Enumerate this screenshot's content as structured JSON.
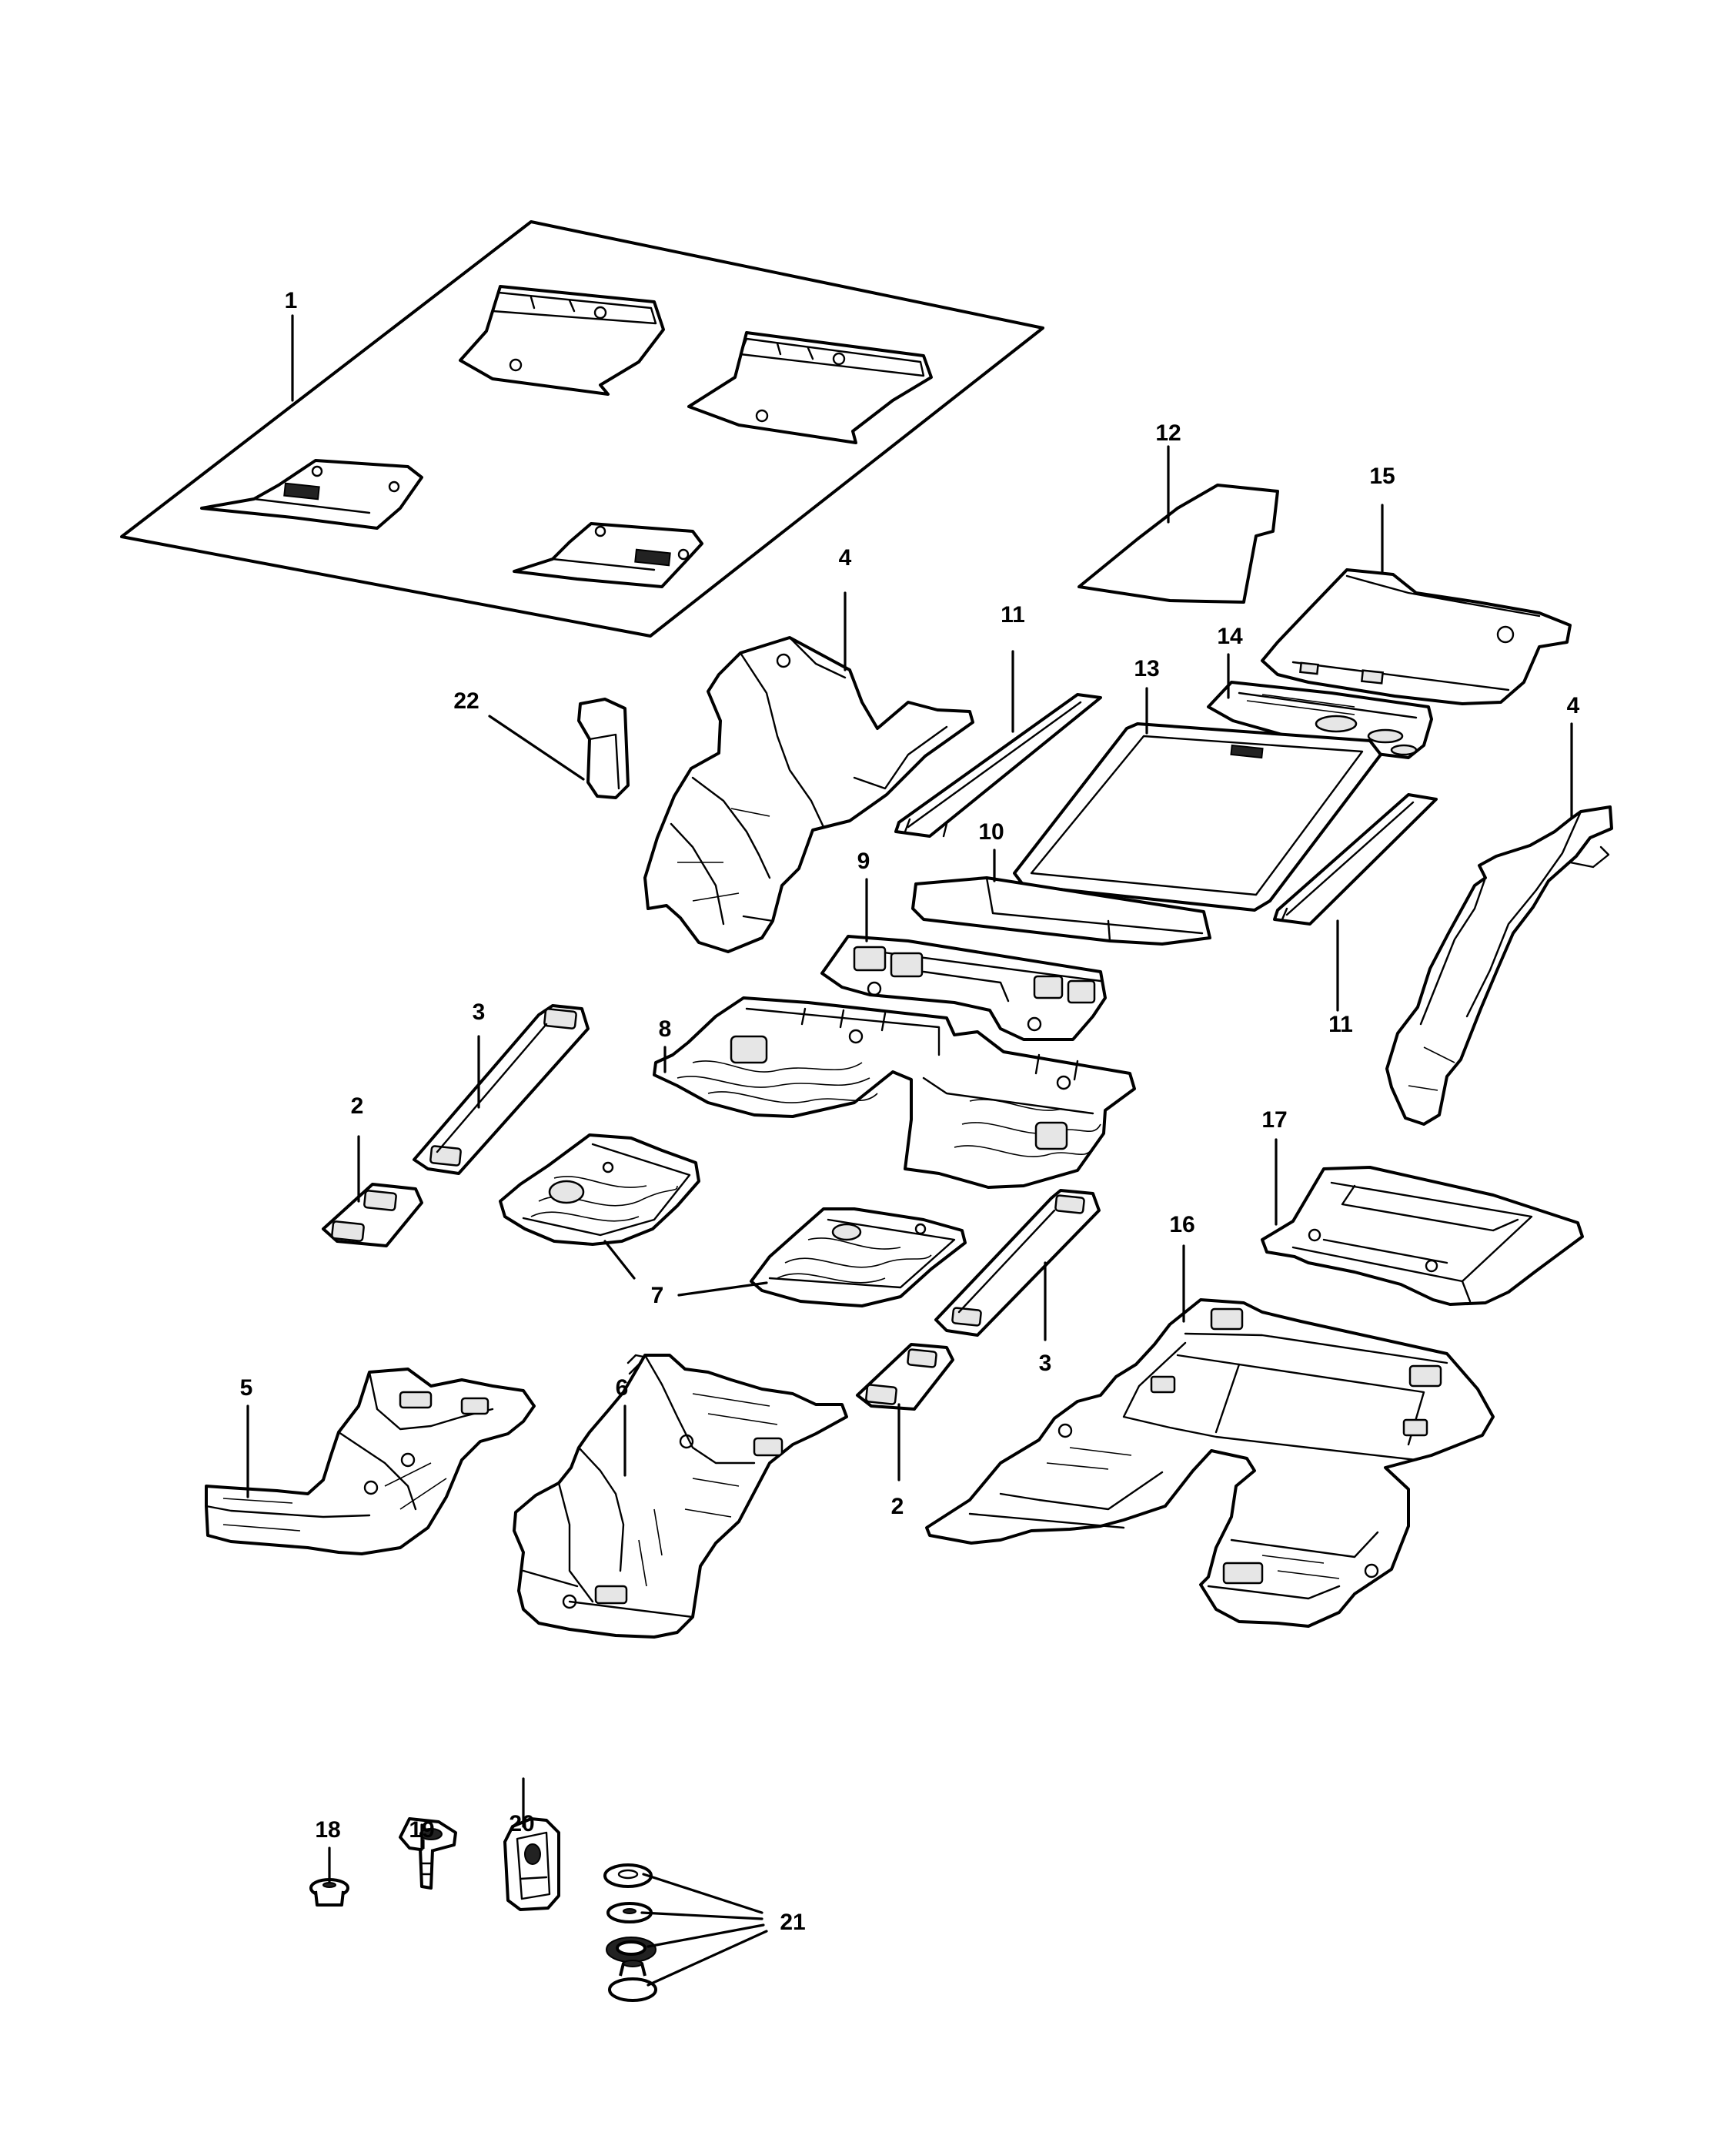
{
  "callouts": {
    "c1": "1",
    "c2a": "2",
    "c2b": "2",
    "c3a": "3",
    "c3b": "3",
    "c4a": "4",
    "c4b": "4",
    "c5": "5",
    "c6": "6",
    "c7": "7",
    "c8": "8",
    "c9": "9",
    "c10": "10",
    "c11a": "11",
    "c11b": "11",
    "c12": "12",
    "c13": "13",
    "c14": "14",
    "c15": "15",
    "c16": "16",
    "c17": "17",
    "c18": "18",
    "c19": "19",
    "c20": "20",
    "c21": "21",
    "c22": "22"
  }
}
